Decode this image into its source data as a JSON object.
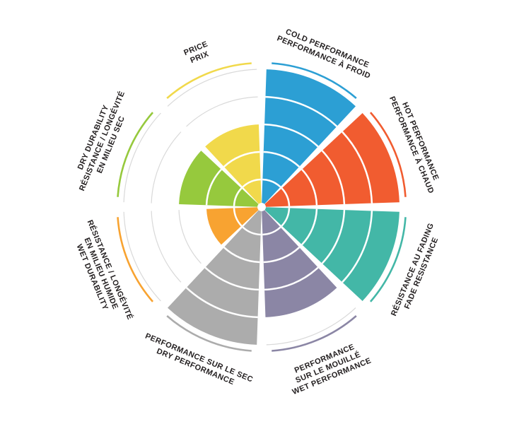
{
  "page": {
    "background_color": "#ffffff",
    "label_color": "#231f20"
  },
  "style": {
    "grid_color": "#d9d9d9",
    "grid_on_fill_color": "#ffffff"
  },
  "chart_data": {
    "type": "bar",
    "subtype": "polar-wheel",
    "title": "",
    "legend_position": "none",
    "grid": true,
    "rings": 5,
    "value_min": 0,
    "value_max": 5,
    "sectors": [
      {
        "id": "cold-performance",
        "label_en": "COLD PERFORMANCE",
        "label_fr": "PERFORMANCE À FROID",
        "lines": [
          "COLD PERFORMANCE",
          "PERFORMANCE À FROID"
        ],
        "value": 5,
        "color": "#2c9fd4"
      },
      {
        "id": "hot-performance",
        "label_en": "HOT PERFORMANCE",
        "label_fr": "PERFORMANCE À CHAUD",
        "lines": [
          "HOT PERFORMANCE",
          "PERFORMANCE À CHAUD"
        ],
        "value": 5,
        "color": "#f15c30"
      },
      {
        "id": "fade-resistance",
        "label_en": "FADE RESISTANCE",
        "label_fr": "RÉSISTANCE AU FADING",
        "lines": [
          "RÉSISTANCE AU FADING",
          "FADE RESISTANCE"
        ],
        "value": 5,
        "color": "#43b7a7"
      },
      {
        "id": "wet-performance",
        "label_en": "WET PERFORMANCE",
        "label_fr": "PERFORMANCE SUR LE MOUILLÉ",
        "lines": [
          "PERFORMANCE",
          "SUR LE MOUILLÉ",
          "WET PERFORMANCE"
        ],
        "value": 4,
        "color": "#8b86a5"
      },
      {
        "id": "dry-performance",
        "label_en": "DRY PERFORMANCE",
        "label_fr": "PERFORMANCE SUR LE SEC",
        "lines": [
          "PERFORMANCE SUR LE SEC",
          "DRY PERFORMANCE"
        ],
        "value": 5,
        "color": "#acacac"
      },
      {
        "id": "wet-durability",
        "label_en": "WET DURABILITY",
        "label_fr": "RÉSISTANCE / LONGÉVITÉ EN MILIEU HUMIDE",
        "lines": [
          "RÉSISTANCE / LONGÉVITÉ",
          "EN MILIEU HUMIDE",
          "WET DURABILITY"
        ],
        "value": 2,
        "color": "#f8a331"
      },
      {
        "id": "dry-durability",
        "label_en": "DRY DURABILITY",
        "label_fr": "RÉSISTANCE / LONGÉVITÉ EN MILIEU SEC",
        "lines": [
          "DRY DURABILITY",
          "RÉSISTANCE / LONGÉVITÉ",
          "EN MILIEU SEC"
        ],
        "value": 3,
        "color": "#96c93d"
      },
      {
        "id": "price",
        "label_en": "PRICE",
        "label_fr": "PRIX",
        "lines": [
          "PRICE",
          "PRIX"
        ],
        "value": 3,
        "color": "#f1d94b"
      }
    ]
  }
}
